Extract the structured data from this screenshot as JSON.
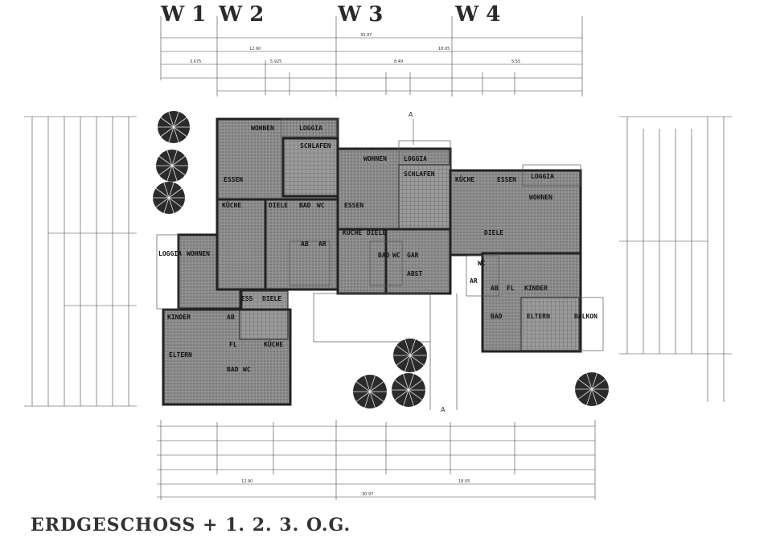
{
  "units": [
    "W 1",
    "W 2",
    "W 3",
    "W 4"
  ],
  "caption": "ERDGESCHOSS + 1. 2. 3. O.G.",
  "section_marker": "A",
  "top_dimensions": {
    "overall": "30.97",
    "row2": [
      "12.90",
      "18.05"
    ],
    "row3": [
      "3.675",
      "5.925",
      "8.49",
      "5.55"
    ]
  },
  "bottom_dimensions": {
    "overall": "30.97",
    "row_b": [
      "12.90",
      "18.05"
    ]
  },
  "rooms": {
    "w1": [
      "LOGGIA",
      "WOHNEN",
      "KINDER",
      "AB",
      "ELTERN",
      "BAD",
      "WC",
      "DIELE",
      "FL",
      "KÜCHE",
      "ESS"
    ],
    "w2": [
      "WOHNEN",
      "LOGGIA",
      "SCHLAFEN",
      "ESSEN",
      "KÜCHE",
      "DIELE",
      "BAD",
      "WC",
      "AB",
      "AR"
    ],
    "w3": [
      "WOHNEN",
      "LOGGIA",
      "SCHLAFEN",
      "ESSEN",
      "KÜCHE",
      "DIELE",
      "BAD",
      "WC",
      "GAR",
      "ABST"
    ],
    "w4": [
      "KÜCHE",
      "ESSEN",
      "LOGGIA",
      "WOHNEN",
      "DIELE",
      "WC",
      "AR",
      "AB",
      "FL",
      "KINDER",
      "BAD",
      "ELTERN",
      "BALKON"
    ]
  }
}
